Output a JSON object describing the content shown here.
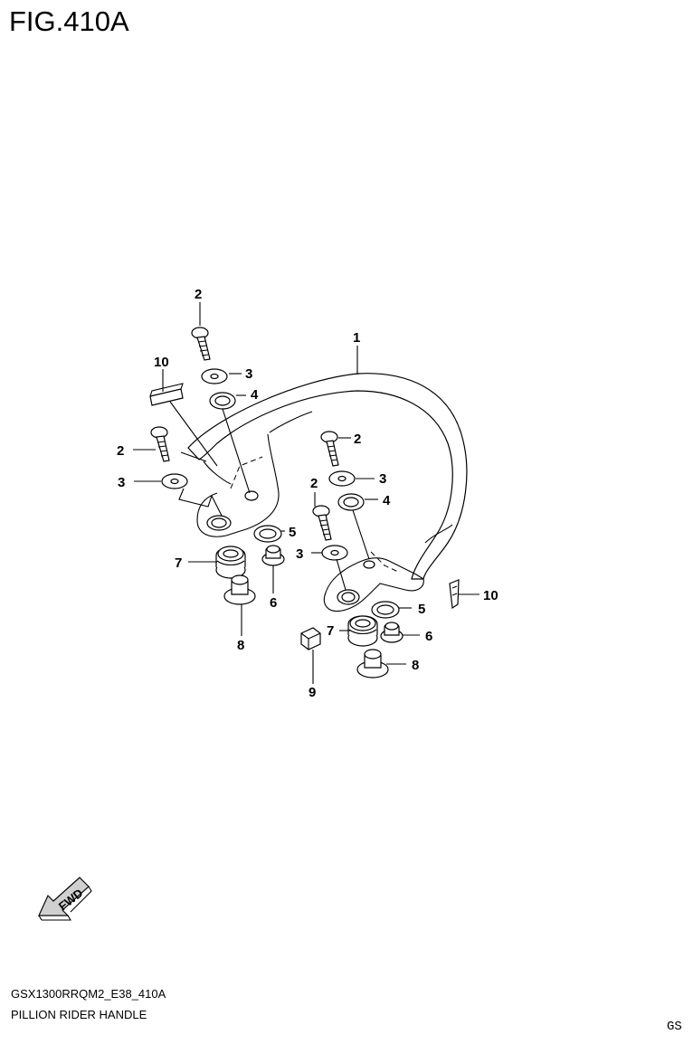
{
  "figure": {
    "title": "FIG.410A",
    "code": "GSX1300RRQM2_E38_410A",
    "name": "PILLION RIDER HANDLE",
    "region": "GS"
  },
  "fwd_arrow": {
    "label": "FWD",
    "icon": "fwd-arrow-icon"
  },
  "callouts": [
    {
      "id": "c1",
      "label": "1"
    },
    {
      "id": "c2a",
      "label": "2"
    },
    {
      "id": "c2b",
      "label": "2"
    },
    {
      "id": "c2c",
      "label": "2"
    },
    {
      "id": "c2d",
      "label": "2"
    },
    {
      "id": "c3a",
      "label": "3"
    },
    {
      "id": "c3b",
      "label": "3"
    },
    {
      "id": "c3c",
      "label": "3"
    },
    {
      "id": "c3d",
      "label": "3"
    },
    {
      "id": "c4a",
      "label": "4"
    },
    {
      "id": "c4b",
      "label": "4"
    },
    {
      "id": "c5a",
      "label": "5"
    },
    {
      "id": "c5b",
      "label": "5"
    },
    {
      "id": "c6a",
      "label": "6"
    },
    {
      "id": "c6b",
      "label": "6"
    },
    {
      "id": "c7a",
      "label": "7"
    },
    {
      "id": "c7b",
      "label": "7"
    },
    {
      "id": "c8a",
      "label": "8"
    },
    {
      "id": "c8b",
      "label": "8"
    },
    {
      "id": "c9",
      "label": "9"
    },
    {
      "id": "c10a",
      "label": "10"
    },
    {
      "id": "c10b",
      "label": "10"
    }
  ]
}
